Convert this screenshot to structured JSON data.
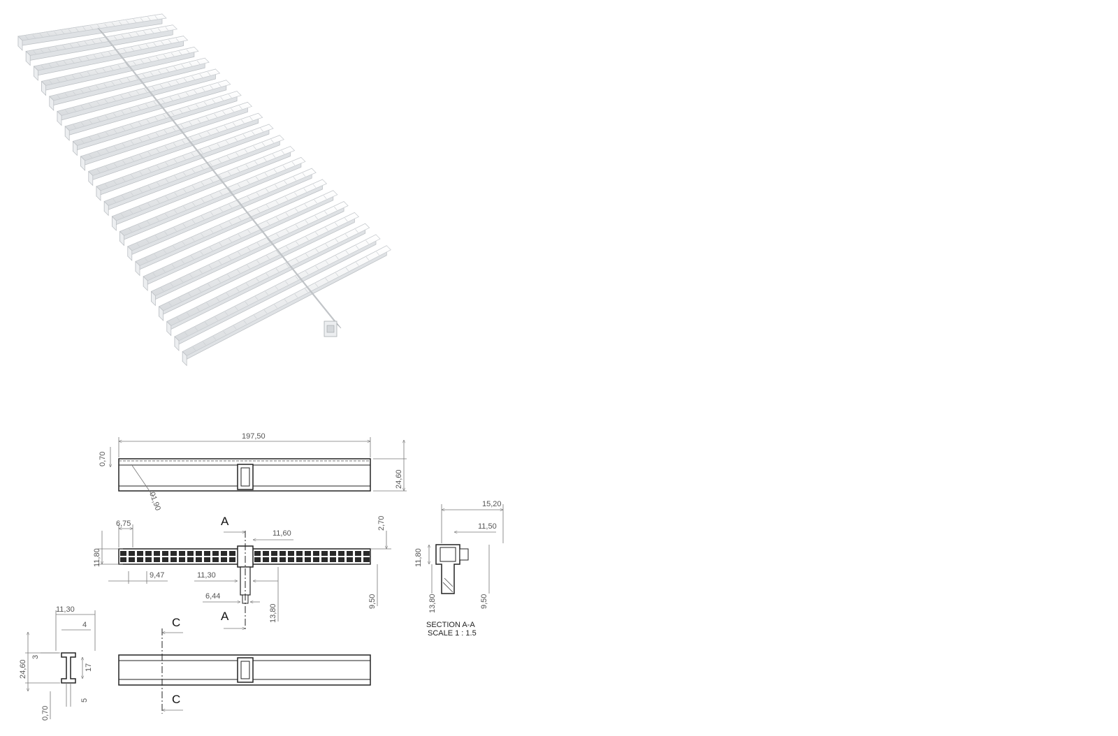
{
  "product_render": {
    "name": "white plastic pool overflow grating roll"
  },
  "front_view": {
    "dimensions": [
      "197,50",
      "0,70",
      "24,60",
      "01,90"
    ]
  },
  "top_view": {
    "dimensions": [
      "6,75",
      "11,80",
      "9,47",
      "11,30",
      "11,60",
      "2,70",
      "6,44",
      "13,80",
      "9,50"
    ],
    "section_marks": [
      "A",
      "A"
    ]
  },
  "section_a": {
    "dimensions": [
      "15,20",
      "11,50",
      "11,80",
      "13,80",
      "9,50"
    ],
    "caption_line1": "SECTION A-A",
    "caption_line2": "SCALE 1 : 1.5"
  },
  "side_profile": {
    "dimensions": [
      "11,30",
      "4",
      "3",
      "24,60",
      "17",
      "5",
      "0,70"
    ]
  },
  "bottom_view": {
    "section_marks": [
      "C",
      "C"
    ]
  },
  "colors": {
    "part_fill": "#eef0f1",
    "line": "#222222",
    "dimension": "#555555"
  }
}
